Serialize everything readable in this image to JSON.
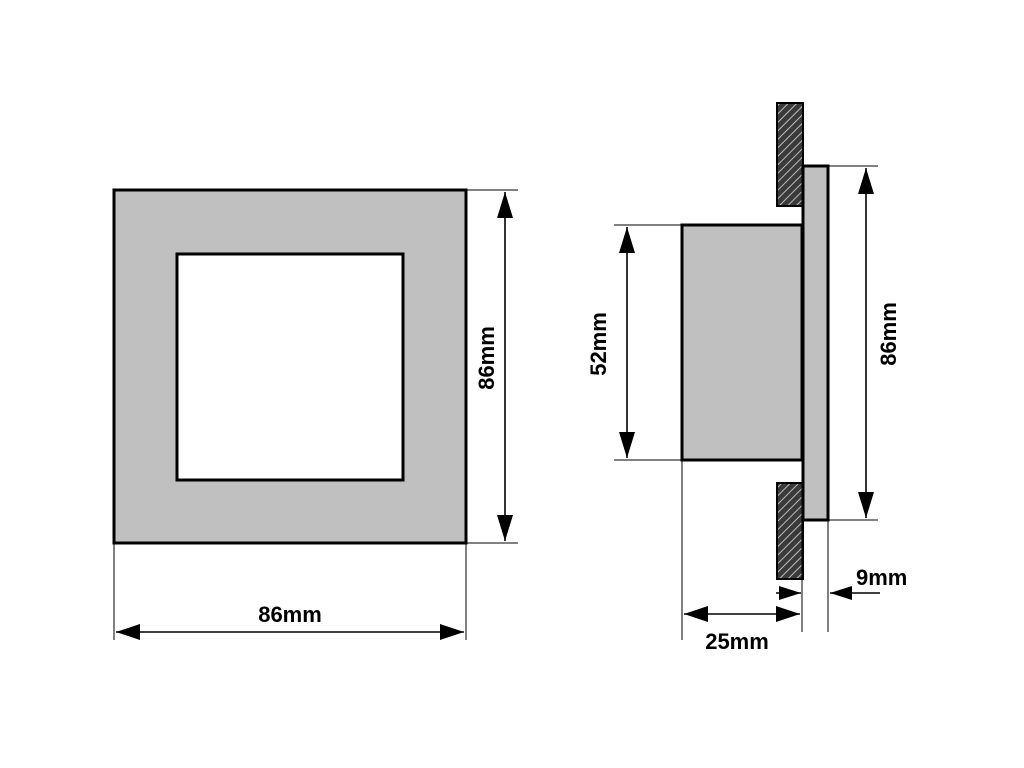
{
  "colors": {
    "body_fill": "#c0c0c0",
    "inner_fill": "#ffffff",
    "outline": "#000000",
    "wall_fill": "#3a3a3a",
    "wall_hatch": "#bdbdbd"
  },
  "front_view": {
    "width_label": "86mm",
    "height_label": "86mm"
  },
  "side_view": {
    "body_height_label": "52mm",
    "plate_height_label": "86mm",
    "depth_label": "25mm",
    "plate_thickness_label": "9mm"
  }
}
